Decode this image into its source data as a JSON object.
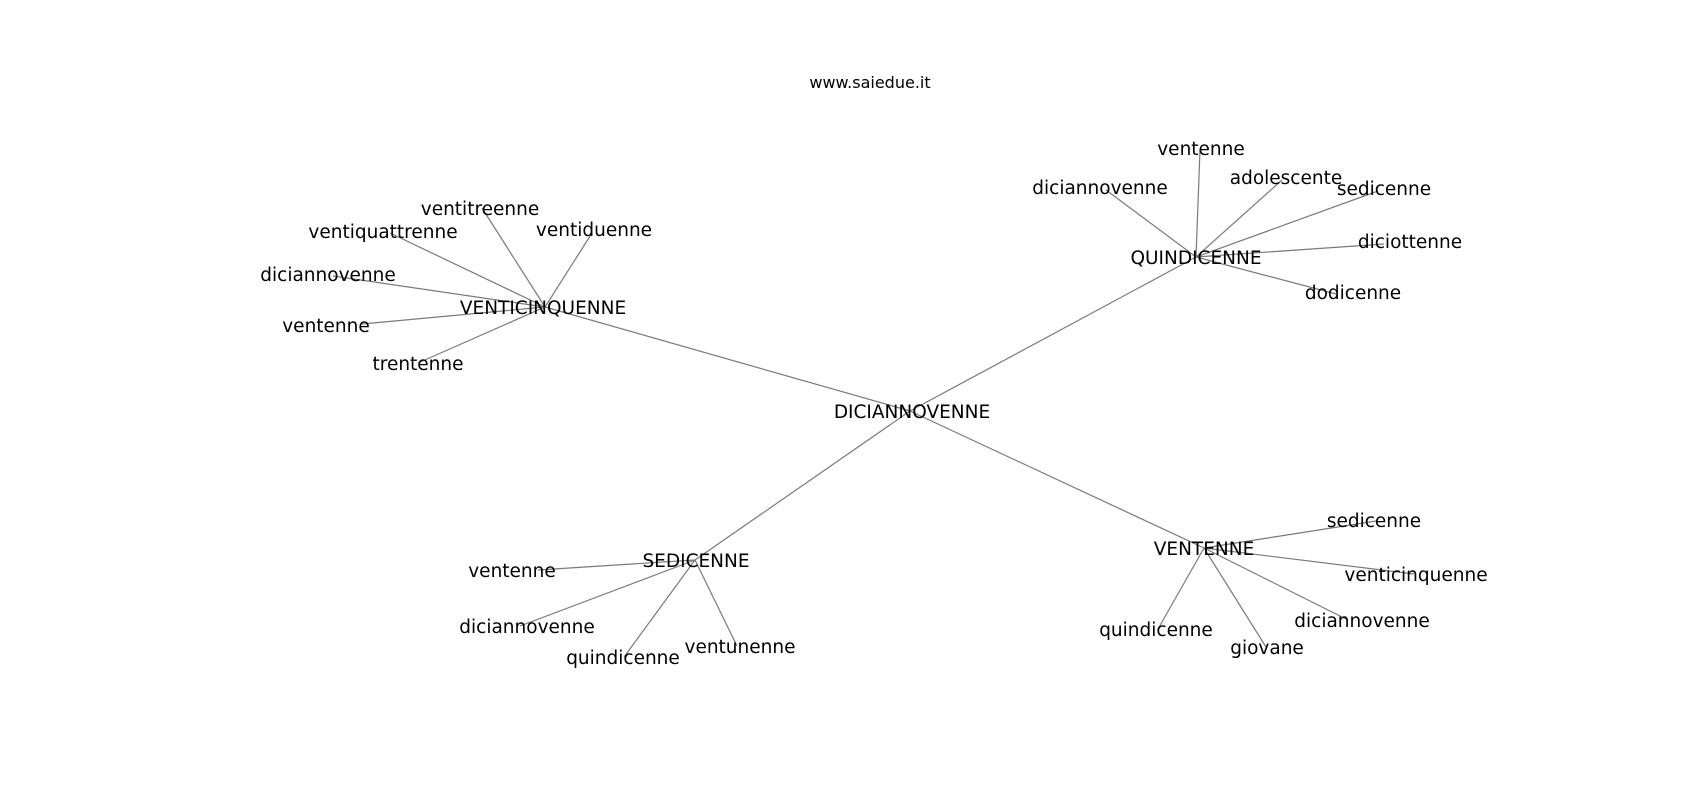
{
  "header": {
    "site": "www.saiedue.it"
  },
  "graph": {
    "edge_color": "#7a7a7a",
    "text_color": "#000000",
    "background": "#ffffff",
    "center": {
      "id": "center",
      "label": "DICIANNOVENNE"
    },
    "hubs": [
      {
        "id": "hub-venticinquenne",
        "label": "VENTICINQUENNE",
        "leaves": [
          "ventitreenne",
          "ventiquattrenne",
          "ventiduenne",
          "diciannovenne",
          "ventenne",
          "trentenne"
        ]
      },
      {
        "id": "hub-quindicenne",
        "label": "QUINDICENNE",
        "leaves": [
          "ventenne",
          "diciannovenne",
          "adolescente",
          "sedicenne",
          "diciottenne",
          "dodicenne"
        ]
      },
      {
        "id": "hub-sedicenne",
        "label": "SEDICENNE",
        "leaves": [
          "ventenne",
          "diciannovenne",
          "quindicenne",
          "ventunenne"
        ]
      },
      {
        "id": "hub-ventenne",
        "label": "VENTENNE",
        "leaves": [
          "sedicenne",
          "venticinquenne",
          "diciannovenne",
          "quindicenne",
          "giovane"
        ]
      }
    ]
  }
}
